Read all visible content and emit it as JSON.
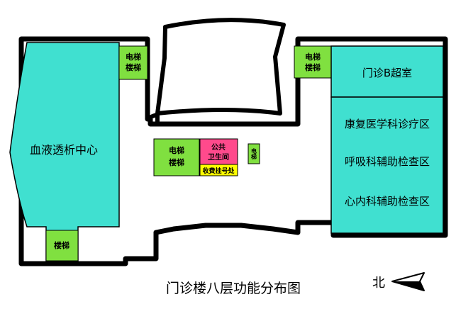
{
  "title": "门诊楼八层功能分布图",
  "compass": {
    "label": "北"
  },
  "colors": {
    "teal": "#40e0d0",
    "green": "#80e040",
    "pink": "#ff4a8c",
    "yellow": "#ffff00",
    "wall": "#000000",
    "floor": "#ffffff"
  },
  "left_wing": {
    "dialysis": "血液透析中心",
    "elevator_stairs": [
      "电梯",
      "楼梯"
    ],
    "stairs": "楼梯"
  },
  "center": {
    "elevator_stairs": [
      "电梯",
      "楼梯"
    ],
    "toilet": [
      "公共",
      "卫生间"
    ],
    "cashier": "收费挂号处",
    "elevator": "电梯"
  },
  "right_wing": {
    "elevator_stairs": [
      "电梯",
      "楼梯"
    ],
    "rooms": [
      "门诊B超室",
      "康复医学科诊疗区",
      "呼吸科辅助检查区",
      "心内科辅助检查区"
    ]
  }
}
